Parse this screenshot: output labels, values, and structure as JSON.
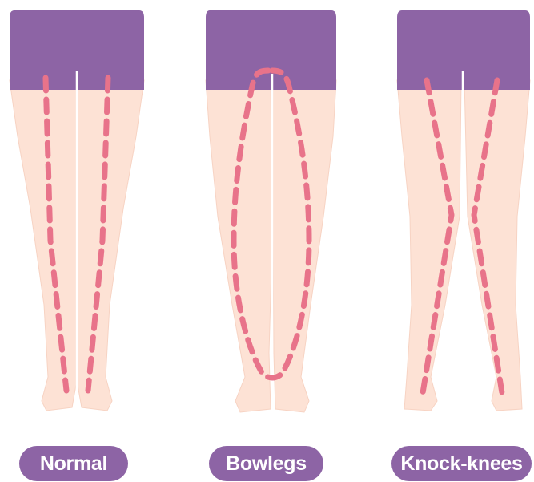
{
  "colors": {
    "shorts": "#8d64a5",
    "skin": "#fde2d5",
    "skin_outline": "#f7d3c3",
    "dashed_line": "#e8738a",
    "label_background": "#8d64a5",
    "label_text": "#ffffff"
  },
  "panels": [
    {
      "id": "normal",
      "label": "Normal"
    },
    {
      "id": "bowlegs",
      "label": "Bowlegs"
    },
    {
      "id": "knock-knees",
      "label": "Knock-knees"
    }
  ]
}
